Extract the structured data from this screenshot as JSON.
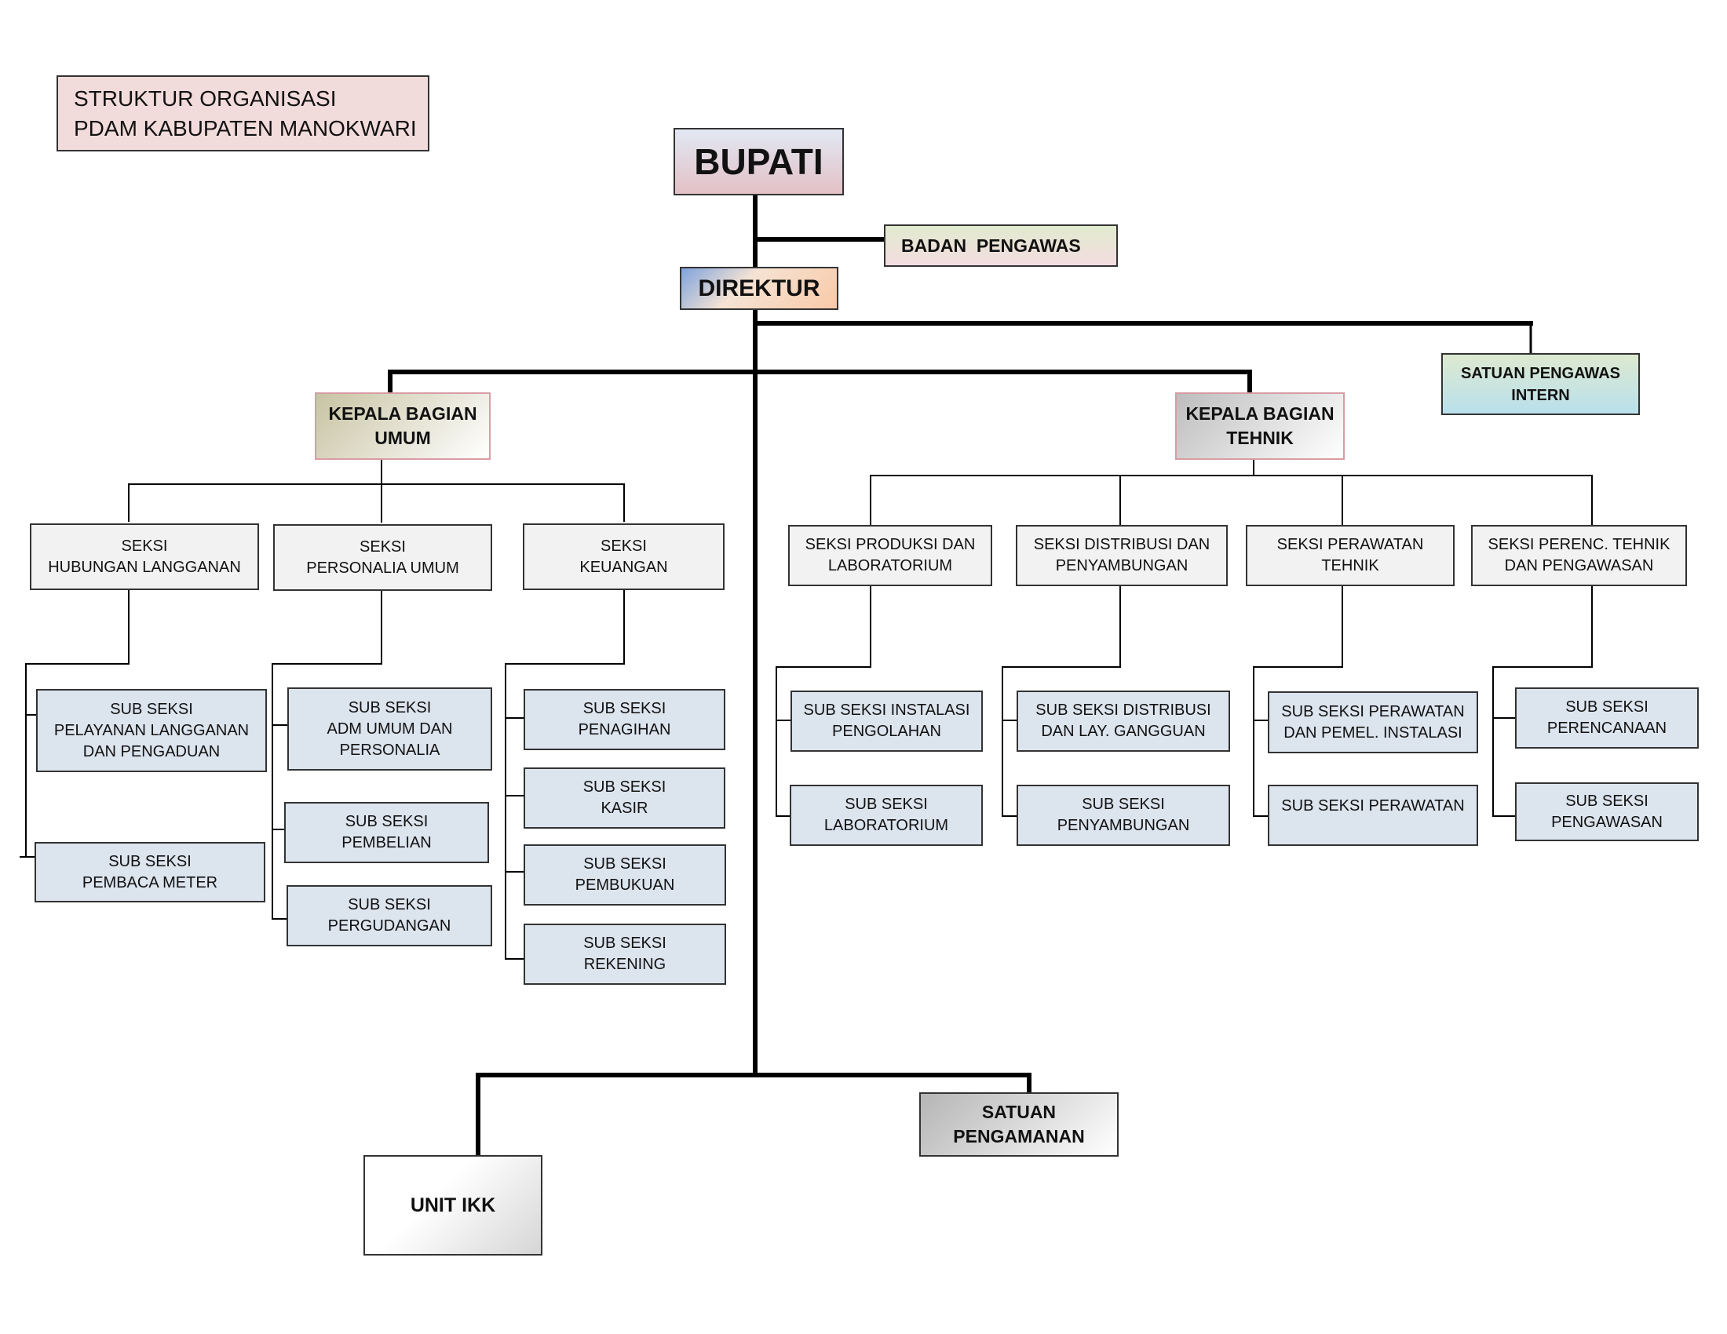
{
  "title": {
    "line1": "STRUKTUR ORGANISASI",
    "line2": "PDAM KABUPATEN MANOKWARI"
  },
  "nodes": {
    "bupati": "BUPATI",
    "badan_pengawas": "BADAN  PENGAWAS",
    "direktur": "DIREKTUR",
    "satuan_pengawas_intern": "SATUAN PENGAWAS\nINTERN",
    "kabag_umum": "KEPALA BAGIAN\nUMUM",
    "kabag_tehnik": "KEPALA BAGIAN\nTEHNIK",
    "unit_ikk": "UNIT IKK",
    "satuan_pengamanan": "SATUAN\nPENGAMANAN"
  },
  "seksi": {
    "hubungan_langganan": "SEKSI\nHUBUNGAN LANGGANAN",
    "personalia_umum": "SEKSI\nPERSONALIA UMUM",
    "keuangan": "SEKSI\nKEUANGAN",
    "produksi": "SEKSI PRODUKSI DAN\nLABORATORIUM",
    "distribusi": "SEKSI DISTRIBUSI DAN\nPENYAMBUNGAN",
    "perawatan": "SEKSI PERAWATAN\nTEHNIK",
    "perencanaan": "SEKSI PERENC. TEHNIK\nDAN PENGAWASAN"
  },
  "sub_seksi": {
    "pelayanan": "SUB SEKSI\nPELAYANAN LANGGANAN\nDAN PENGADUAN",
    "pembaca_meter": "SUB SEKSI\nPEMBACA METER",
    "adm_umum": "SUB SEKSI\nADM UMUM DAN\nPERSONALIA",
    "pembelian": "SUB SEKSI\nPEMBELIAN",
    "pergudangan": "SUB SEKSI\nPERGUDANGAN",
    "penagihan": "SUB SEKSI\nPENAGIHAN",
    "kasir": "SUB SEKSI\nKASIR",
    "pembukuan": "SUB SEKSI\nPEMBUKUAN",
    "rekening": "SUB SEKSI\nREKENING",
    "instalasi_pengolahan": "SUB SEKSI INSTALASI\nPENGOLAHAN",
    "laboratorium": "SUB SEKSI\nLABORATORIUM",
    "distribusi_gangguan": "SUB SEKSI DISTRIBUSI\nDAN LAY. GANGGUAN",
    "penyambungan": "SUB SEKSI\nPENYAMBUNGAN",
    "perawatan_instalasi": "SUB SEKSI PERAWATAN\nDAN PEMEL. INSTALASI",
    "perawatan": "SUB SEKSI PERAWATAN",
    "perencanaan": "SUB SEKSI\nPERENCANAAN",
    "pengawasan": "SUB SEKSI\nPENGAWASAN"
  }
}
